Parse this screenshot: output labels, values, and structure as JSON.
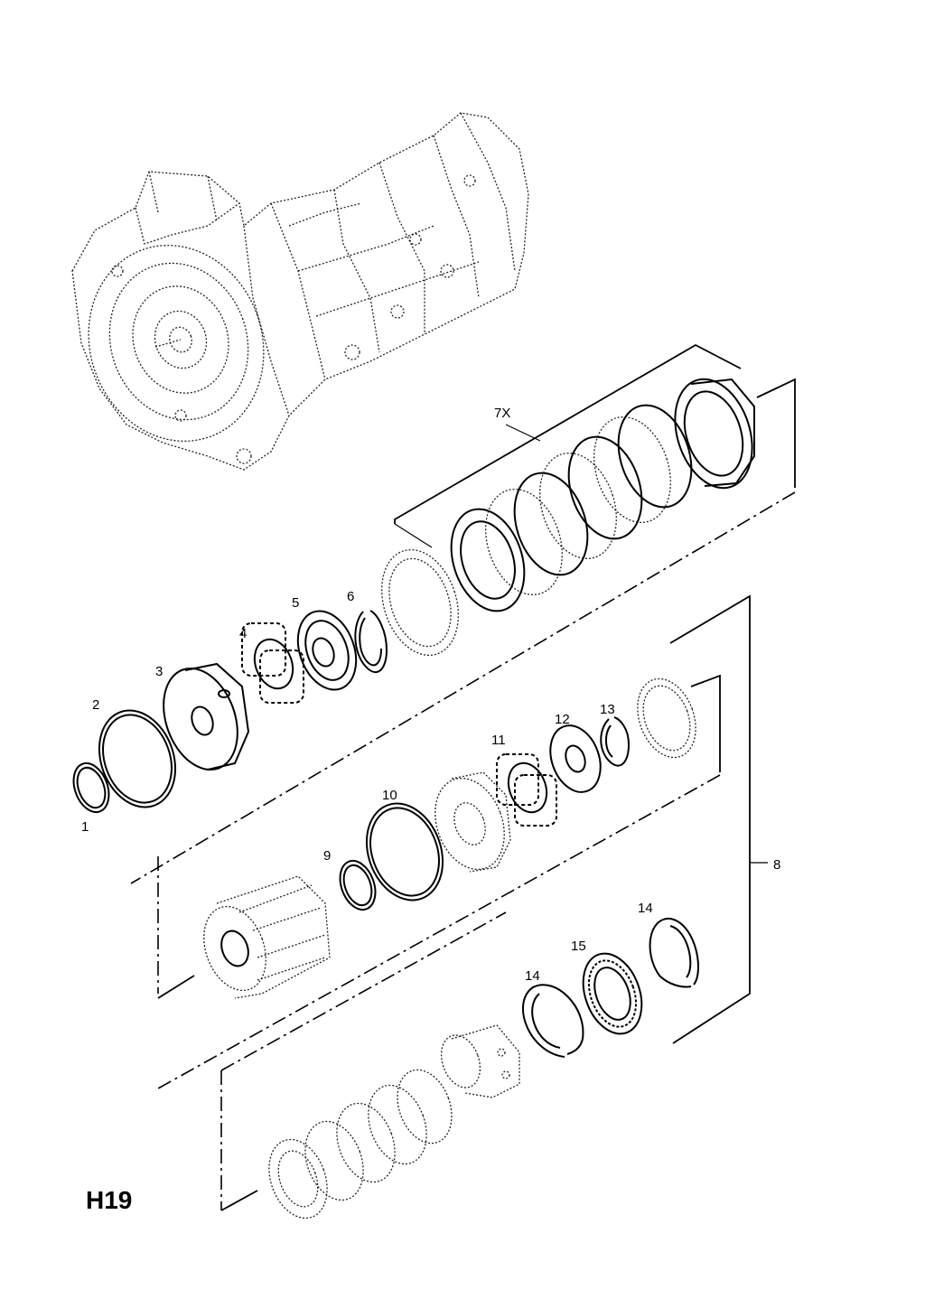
{
  "diagram_code": "H19",
  "callouts": [
    {
      "id": "c1",
      "text": "1"
    },
    {
      "id": "c2",
      "text": "2"
    },
    {
      "id": "c3",
      "text": "3"
    },
    {
      "id": "c4",
      "text": "4"
    },
    {
      "id": "c5",
      "text": "5"
    },
    {
      "id": "c6",
      "text": "6"
    },
    {
      "id": "c7x",
      "text": "7X"
    },
    {
      "id": "c8",
      "text": "8"
    },
    {
      "id": "c9",
      "text": "9"
    },
    {
      "id": "c10",
      "text": "10"
    },
    {
      "id": "c11",
      "text": "11"
    },
    {
      "id": "c12",
      "text": "12"
    },
    {
      "id": "c13",
      "text": "13"
    },
    {
      "id": "c14a",
      "text": "14"
    },
    {
      "id": "c14b",
      "text": "14"
    },
    {
      "id": "c15",
      "text": "15"
    }
  ],
  "colors": {
    "ink": "#000000",
    "paper": "#ffffff"
  }
}
